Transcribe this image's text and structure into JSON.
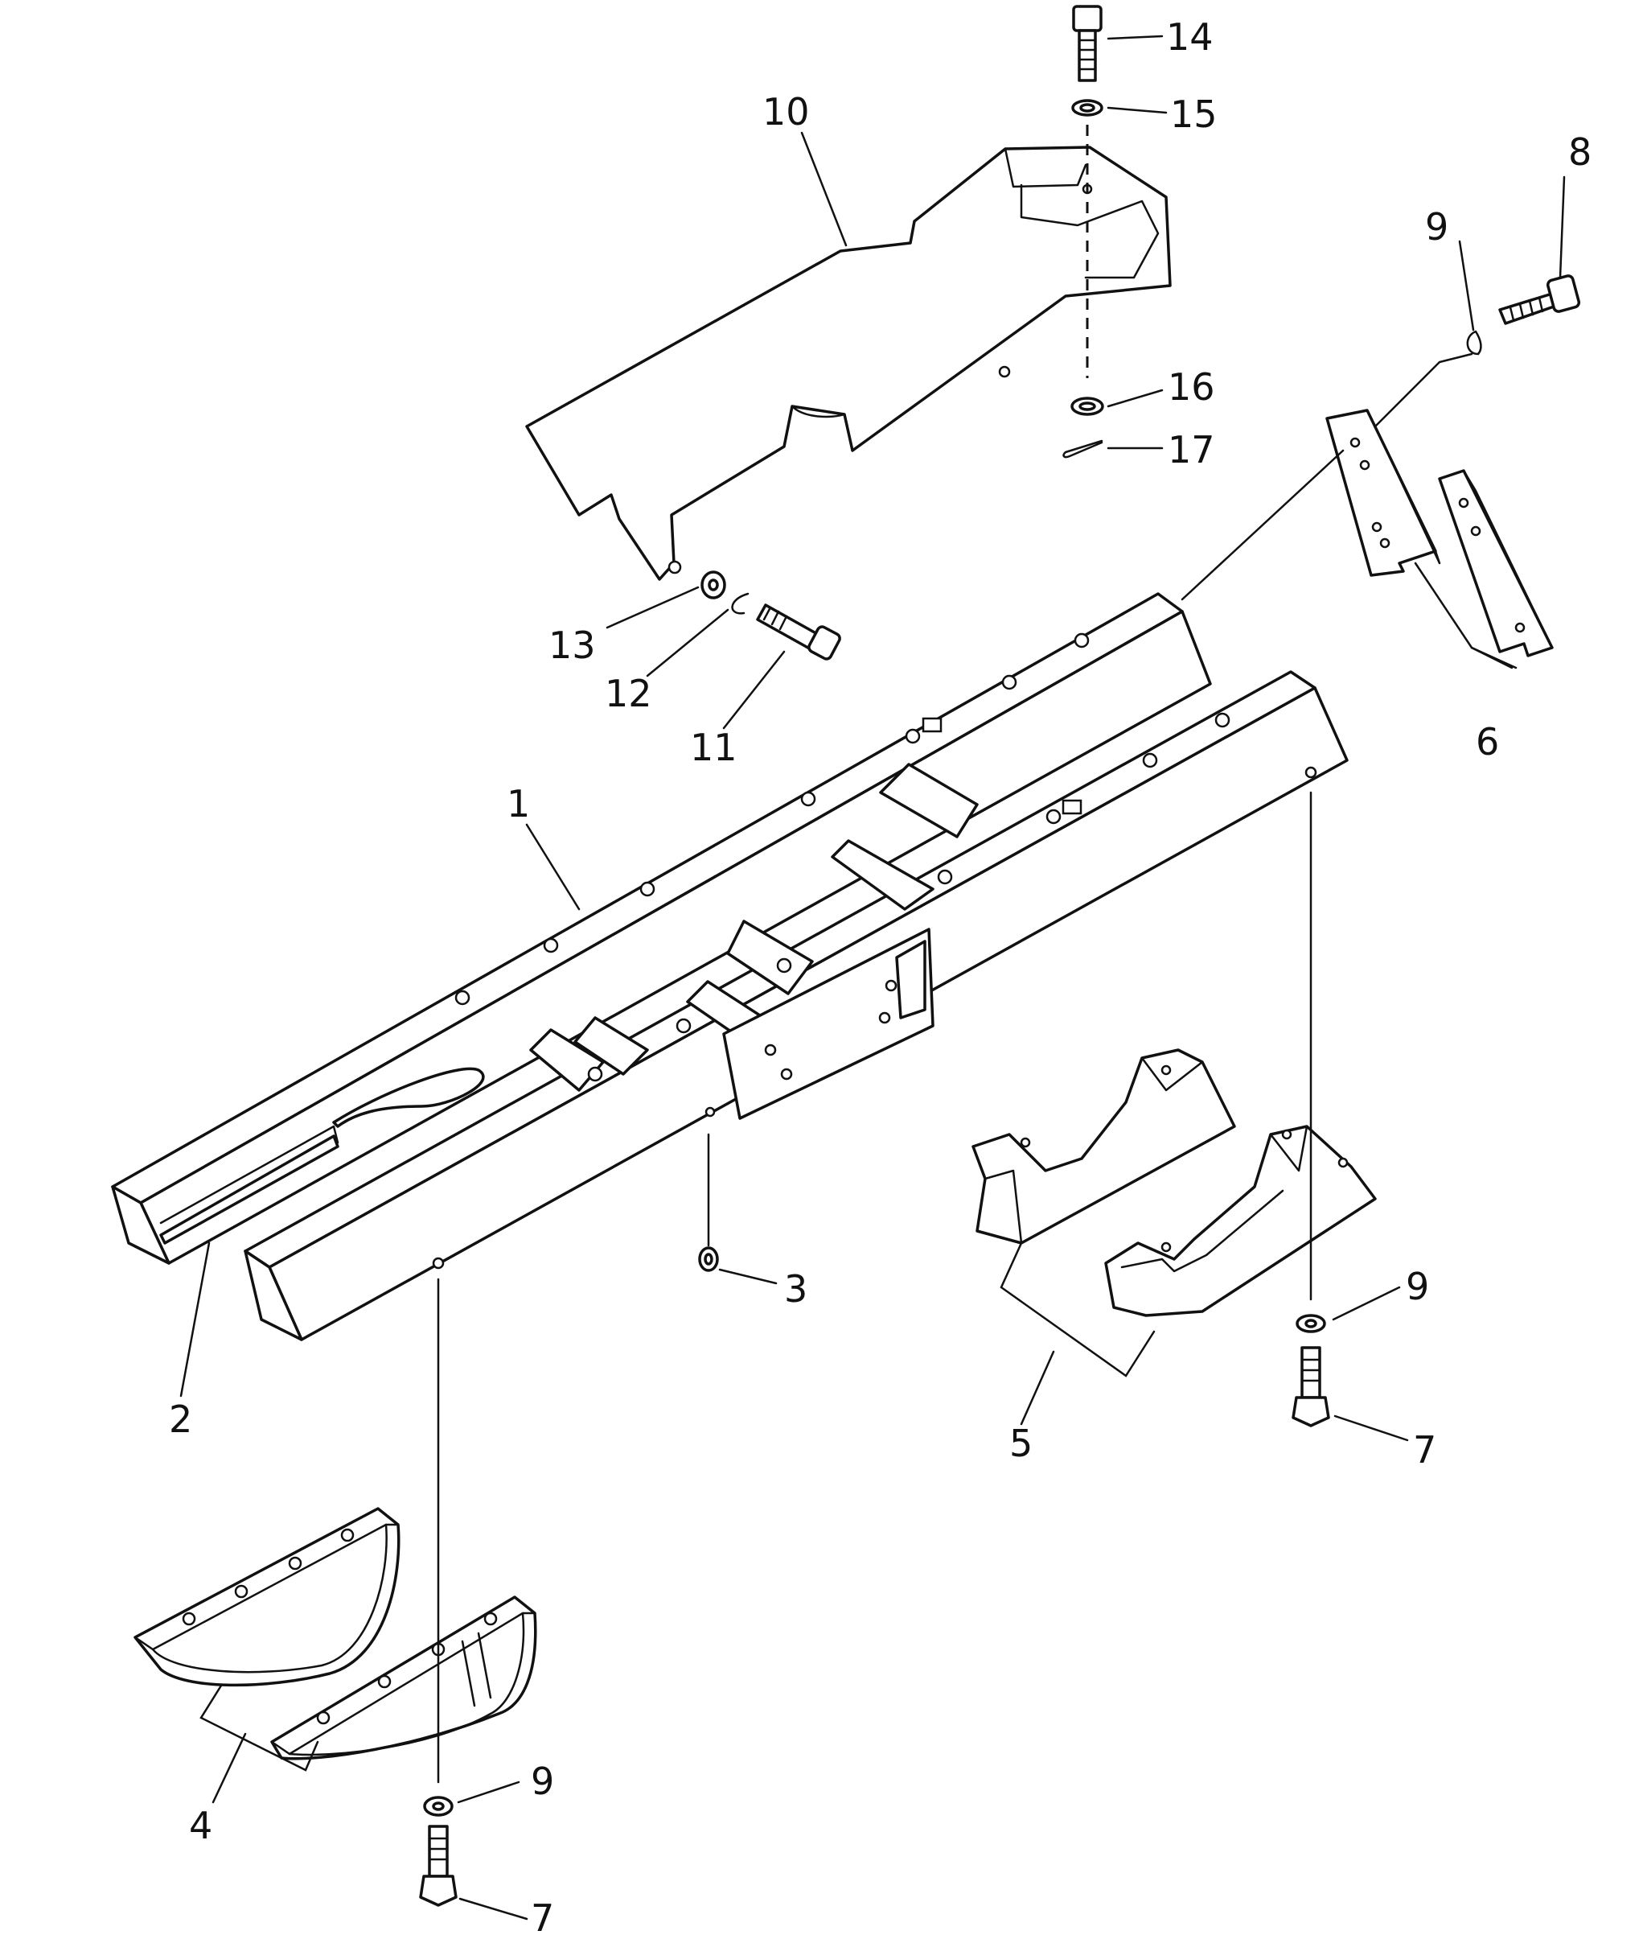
{
  "diagram": {
    "kind": "exploded parts diagram",
    "callouts": {
      "c1": "1",
      "c2": "2",
      "c3": "3",
      "c4": "4",
      "c5": "5",
      "c6": "6",
      "c7a": "7",
      "c7b": "7",
      "c8": "8",
      "c9a": "9",
      "c9b": "9",
      "c9c": "9",
      "c10": "10",
      "c11": "11",
      "c12": "12",
      "c13": "13",
      "c14": "14",
      "c15": "15",
      "c16": "16",
      "c17": "17"
    }
  }
}
